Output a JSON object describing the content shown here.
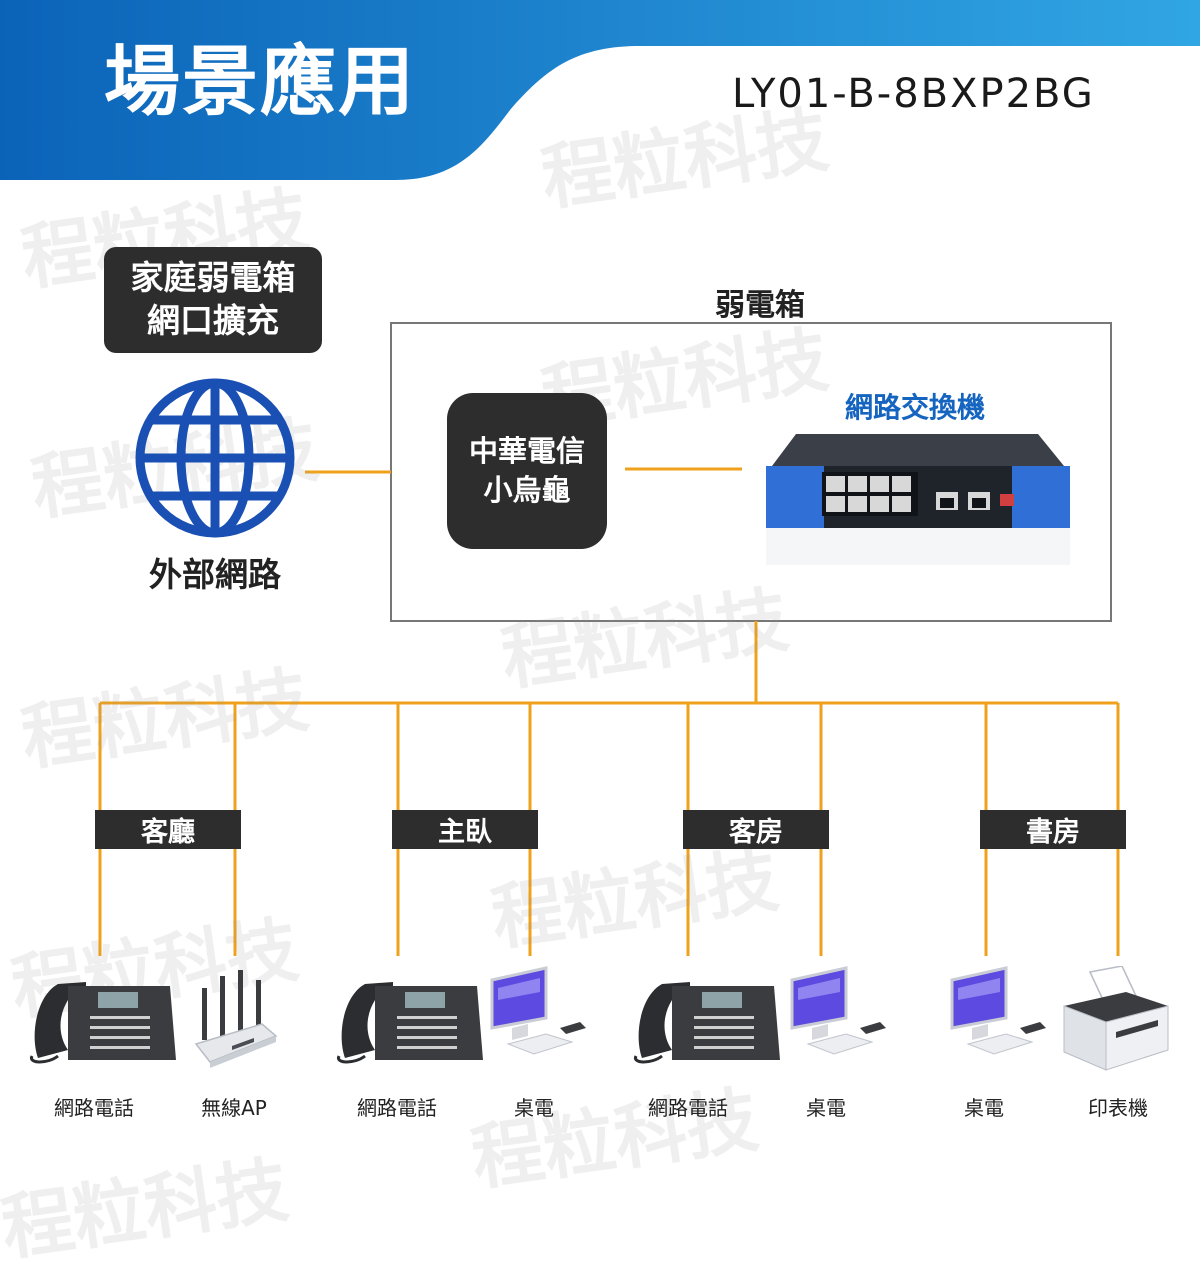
{
  "header": {
    "title": "場景應用",
    "model": "LY01-B-8BXP2BG",
    "gradient_from": "#0b63b8",
    "gradient_to": "#31a6e4"
  },
  "watermark_text": "程粒科技",
  "external": {
    "box_label": "家庭弱電箱網口擴充",
    "label": "外部網路",
    "icon": "globe-icon",
    "icon_color": "#1a4fb3"
  },
  "cabinet": {
    "label": "弱電箱",
    "modem_label": "中華電信小烏龜",
    "switch_label": "網路交換機",
    "switch_icon": "network-switch-icon"
  },
  "line_color": "#f0a11b",
  "rooms": [
    {
      "label": "客廳",
      "devices": [
        {
          "label": "網路電話",
          "icon": "ip-phone-icon"
        },
        {
          "label": "無線AP",
          "icon": "wireless-router-icon"
        }
      ]
    },
    {
      "label": "主臥",
      "devices": [
        {
          "label": "網路電話",
          "icon": "ip-phone-icon"
        },
        {
          "label": "桌電",
          "icon": "desktop-pc-icon"
        }
      ]
    },
    {
      "label": "客房",
      "devices": [
        {
          "label": "網路電話",
          "icon": "ip-phone-icon"
        },
        {
          "label": "桌電",
          "icon": "desktop-pc-icon"
        }
      ]
    },
    {
      "label": "書房",
      "devices": [
        {
          "label": "桌電",
          "icon": "desktop-pc-icon"
        },
        {
          "label": "印表機",
          "icon": "printer-icon"
        }
      ]
    }
  ]
}
